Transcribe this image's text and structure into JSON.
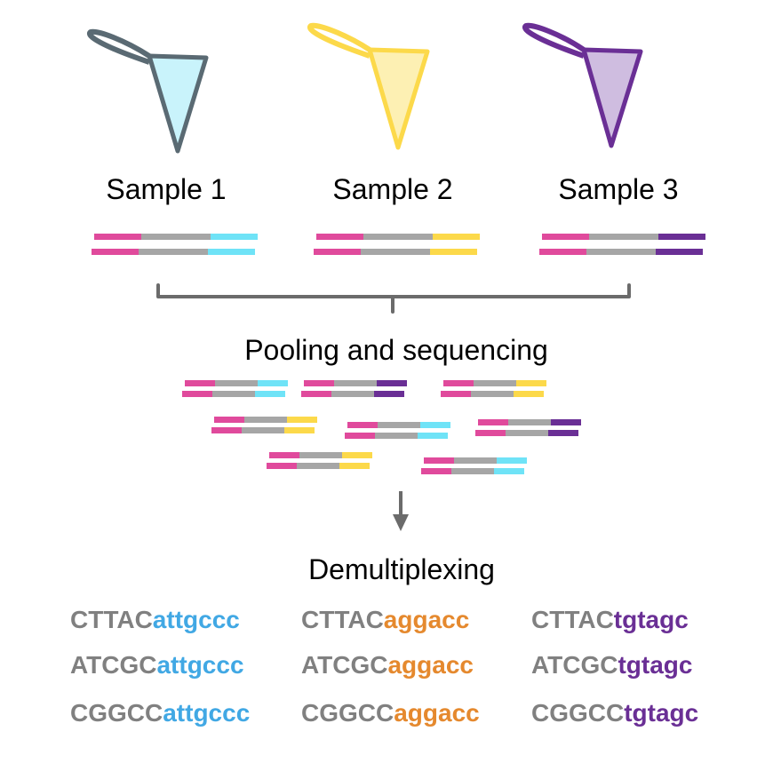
{
  "samples": [
    {
      "label": "Sample 1",
      "tube_stroke": "#5a6a73",
      "tube_fill": "#c9f3fb",
      "barcode_color": "#6fe3f7"
    },
    {
      "label": "Sample 2",
      "tube_stroke": "#fcd94a",
      "tube_fill": "#fdf0b3",
      "barcode_color": "#fcd94a"
    },
    {
      "label": "Sample 3",
      "tube_stroke": "#6a2f95",
      "tube_fill": "#cfbde0",
      "barcode_color": "#6a2f95"
    }
  ],
  "colors": {
    "adapter": "#e04a9c",
    "insert": "#a6a6a6",
    "bracket": "#6b6b6b",
    "arrow": "#6b6b6b",
    "sequence_prefix": "#808080"
  },
  "pooling_label": "Pooling and sequencing",
  "demultiplexing_label": "Demultiplexing",
  "pooled_reads_barcode_order": [
    0,
    2,
    1,
    1,
    0,
    2,
    1,
    0
  ],
  "sequences": {
    "prefixes": [
      "CTTAC",
      "ATCGC",
      "CGGCC"
    ],
    "columns": [
      {
        "barcode": "attgccc",
        "color": "#41a8e4"
      },
      {
        "barcode": "aggacc",
        "color": "#e5892e"
      },
      {
        "barcode": "tgtagc",
        "color": "#6a2f95"
      }
    ]
  }
}
